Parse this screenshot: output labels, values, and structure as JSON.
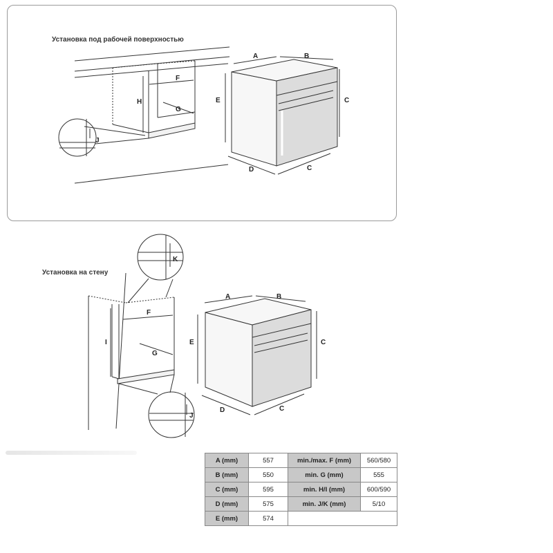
{
  "top_panel": {
    "title": "Установка под рабочей поверхностью",
    "labels": {
      "A": "A",
      "B": "B",
      "C1": "C",
      "C2": "C",
      "D": "D",
      "E": "E",
      "F": "F",
      "G": "G",
      "H": "H",
      "J": "J"
    }
  },
  "bottom_panel": {
    "title": "Установка на стену",
    "labels": {
      "A": "A",
      "B": "B",
      "C1": "C",
      "C2": "C",
      "D": "D",
      "E": "E",
      "F": "F",
      "G": "G",
      "I": "I",
      "J": "J",
      "K": "K"
    }
  },
  "spec_table": {
    "rows": [
      {
        "label": "A (mm)",
        "value": "557",
        "label2": "min./max. F (mm)",
        "value2": "560/580"
      },
      {
        "label": "B (mm)",
        "value": "550",
        "label2": "min. G (mm)",
        "value2": "555"
      },
      {
        "label": "C (mm)",
        "value": "595",
        "label2": "min. H/I (mm)",
        "value2": "600/590"
      },
      {
        "label": "D (mm)",
        "value": "575",
        "label2": "min. J/K (mm)",
        "value2": "5/10"
      },
      {
        "label": "E (mm)",
        "value": "574",
        "label2": "",
        "value2": ""
      }
    ]
  }
}
